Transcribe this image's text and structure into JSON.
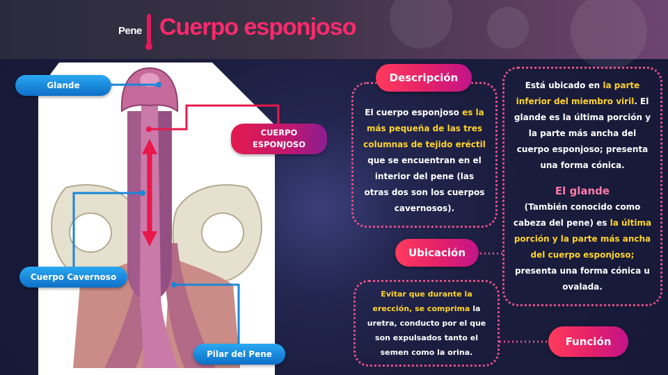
{
  "header": {
    "subtitle": "Pene",
    "title": "Cuerpo esponjoso"
  },
  "labels": {
    "glande": "Glande",
    "cuerpo_esponjoso_1": "CUERPO",
    "cuerpo_esponjoso_2": "ESPONJOSO",
    "cuerpo_cavernoso": "Cuerpo Cavernoso",
    "pilar_del_pene": "Pilar del Pene"
  },
  "sections": {
    "descripcion": {
      "heading": "Descripción",
      "text_1": "El cuerpo esponjoso ",
      "highlight": "es la más pequeña de las tres columnas de tejido eréctil",
      "text_2": " que se encuentran en el interior del pene (las otras dos son los cuerpos cavernosos)."
    },
    "ubicacion": {
      "heading": "Ubicación",
      "text_1": "Está ubicado en ",
      "highlight_1": "la parte inferior del miembro viril",
      "text_2": ". El glande es la última porción y la parte más ancha del cuerpo esponjoso; presenta una forma cónica.",
      "glande_title": "El glande",
      "text_3": "(También conocido como cabeza del pene) es ",
      "highlight_2": "la última porción y la parte más ancha del cuerpo esponjoso;",
      "text_4": " presenta una forma cónica u ovalada."
    },
    "funcion": {
      "heading": "Función",
      "highlight": "Evitar que durante la erección, se comprima",
      "text": " la uretra, conducto por el que son expulsados tanto el semen como la orina."
    }
  },
  "colors": {
    "accent": "#e6195b",
    "highlight": "#ffd42a",
    "dotted_border": "#e24f86",
    "label_blue": "#1a86d8"
  }
}
